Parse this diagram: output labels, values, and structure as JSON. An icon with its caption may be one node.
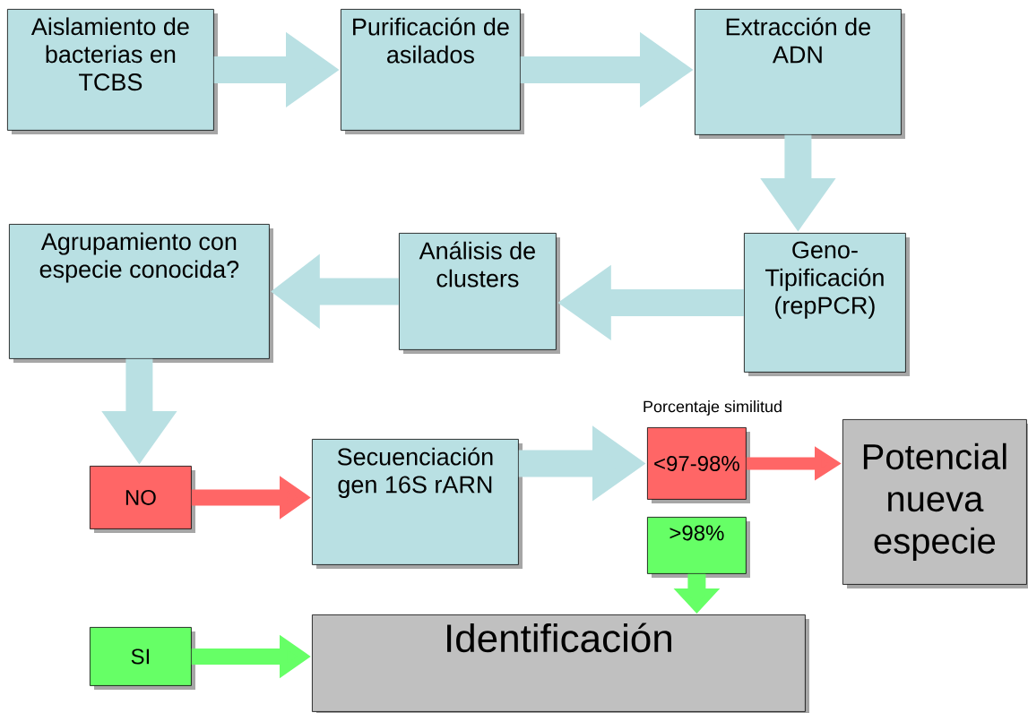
{
  "diagram": {
    "nodes": [
      {
        "text": [
          "Aislamiento de bacterias en TCBS"
        ]
      },
      {
        "text": [
          "Purificación de asilados"
        ]
      },
      {
        "text": [
          "Extracción de ADN"
        ]
      },
      {
        "text": [
          "Geno-Tipificación (repPCR)"
        ]
      },
      {
        "text": [
          "Análisis de clusters"
        ]
      },
      {
        "text": [
          "Agrupamiento con especie conocida?"
        ]
      },
      {
        "text": [
          "NO"
        ]
      },
      {
        "text": [
          "Secuenciación gen 16S rARN"
        ]
      },
      {
        "text": [
          "<97-98%"
        ]
      },
      {
        "text": [
          ">98%"
        ]
      },
      {
        "text": [
          "Potencial nueva especie"
        ]
      },
      {
        "text": [
          "SI"
        ]
      },
      {
        "text": [
          "Identificación"
        ]
      }
    ],
    "edges": [
      {
        "from": 0,
        "to": 1,
        "arrow": "to"
      },
      {
        "from": 1,
        "to": 2,
        "arrow": "to"
      },
      {
        "from": 2,
        "to": 3,
        "arrow": "to"
      },
      {
        "from": 3,
        "to": 4,
        "arrow": "to"
      },
      {
        "from": 4,
        "to": 5,
        "arrow": "to"
      },
      {
        "from": 5,
        "to": 6,
        "arrow": "to"
      },
      {
        "from": 6,
        "to": 7,
        "arrow": "to",
        "color": "#ff6666"
      },
      {
        "from": 7,
        "to": 8,
        "arrow": "to"
      },
      {
        "from": 8,
        "to": 10,
        "arrow": "to",
        "color": "#ff6666"
      },
      {
        "from": 9,
        "to": 12,
        "arrow": "to",
        "color": "#66ff66"
      },
      {
        "from": 11,
        "to": 12,
        "arrow": "to",
        "color": "#66ff66"
      }
    ],
    "labels": [
      "Porcentaje similitud"
    ]
  }
}
